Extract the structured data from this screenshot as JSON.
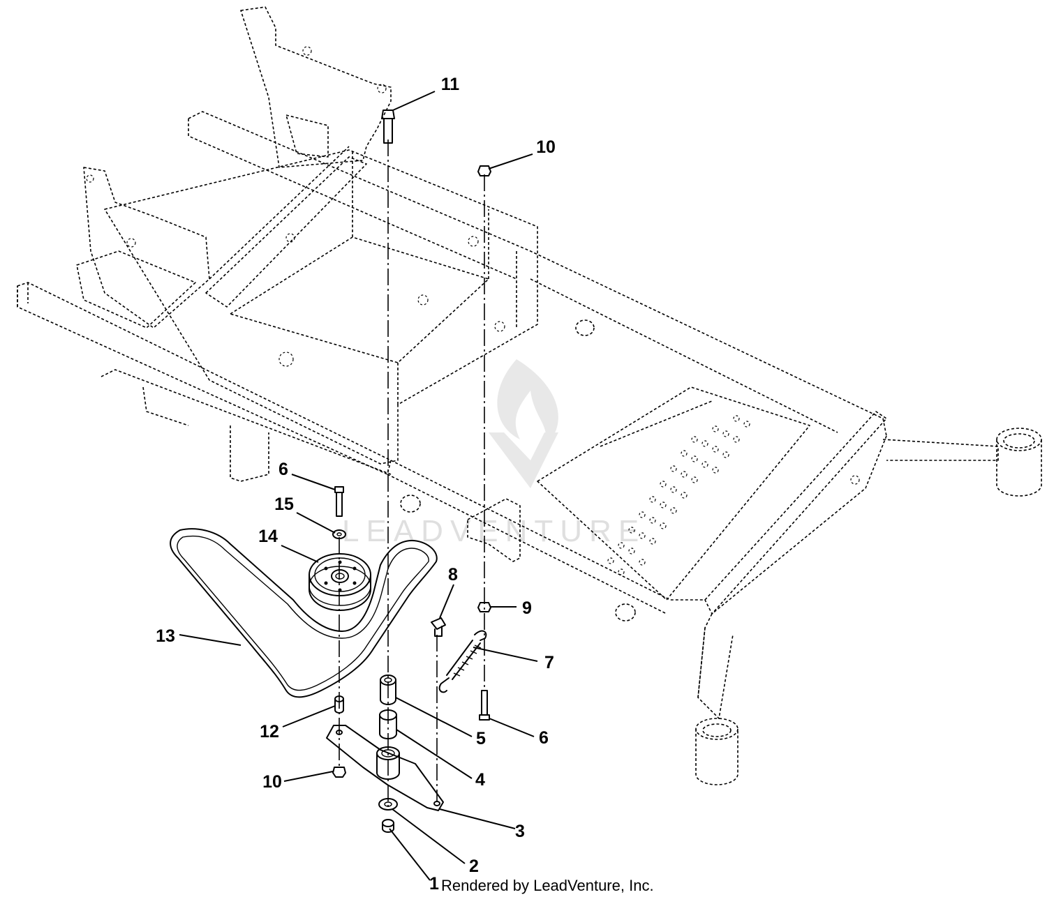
{
  "callouts": [
    {
      "id": "c1",
      "label": "1"
    },
    {
      "id": "c2",
      "label": "2"
    },
    {
      "id": "c3",
      "label": "3"
    },
    {
      "id": "c4",
      "label": "4"
    },
    {
      "id": "c5",
      "label": "5"
    },
    {
      "id": "c6a",
      "label": "6"
    },
    {
      "id": "c6b",
      "label": "6"
    },
    {
      "id": "c7",
      "label": "7"
    },
    {
      "id": "c8",
      "label": "8"
    },
    {
      "id": "c9",
      "label": "9"
    },
    {
      "id": "c10a",
      "label": "10"
    },
    {
      "id": "c10b",
      "label": "10"
    },
    {
      "id": "c11",
      "label": "11"
    },
    {
      "id": "c12",
      "label": "12"
    },
    {
      "id": "c13",
      "label": "13"
    },
    {
      "id": "c14",
      "label": "14"
    },
    {
      "id": "c15",
      "label": "15"
    }
  ],
  "watermark": "LEADVENTURE",
  "credit": "Rendered by LeadVenture, Inc."
}
